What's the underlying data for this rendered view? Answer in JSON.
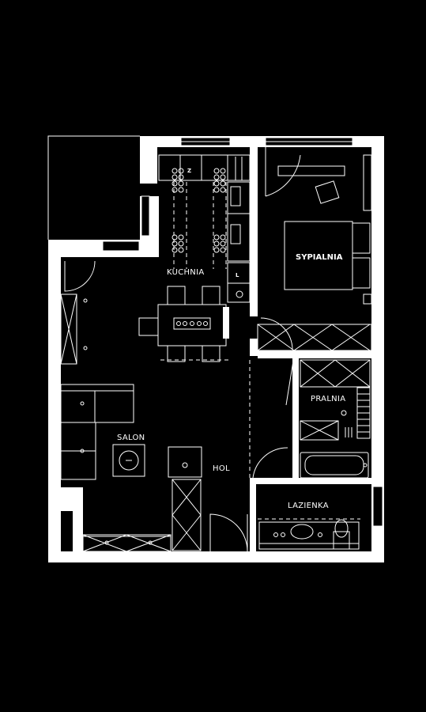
{
  "rooms": {
    "kitchen": "KUCHNIA",
    "bedroom": "SYPIALNIA",
    "laundry": "PRALNIA",
    "living": "SALON",
    "hall": "HOL",
    "bathroom": "LAZIENKA"
  },
  "markers": {
    "z": "Z",
    "l": "L"
  },
  "colors": {
    "background": "#000000",
    "walls": "#ffffff",
    "lines": "#ffffff"
  }
}
